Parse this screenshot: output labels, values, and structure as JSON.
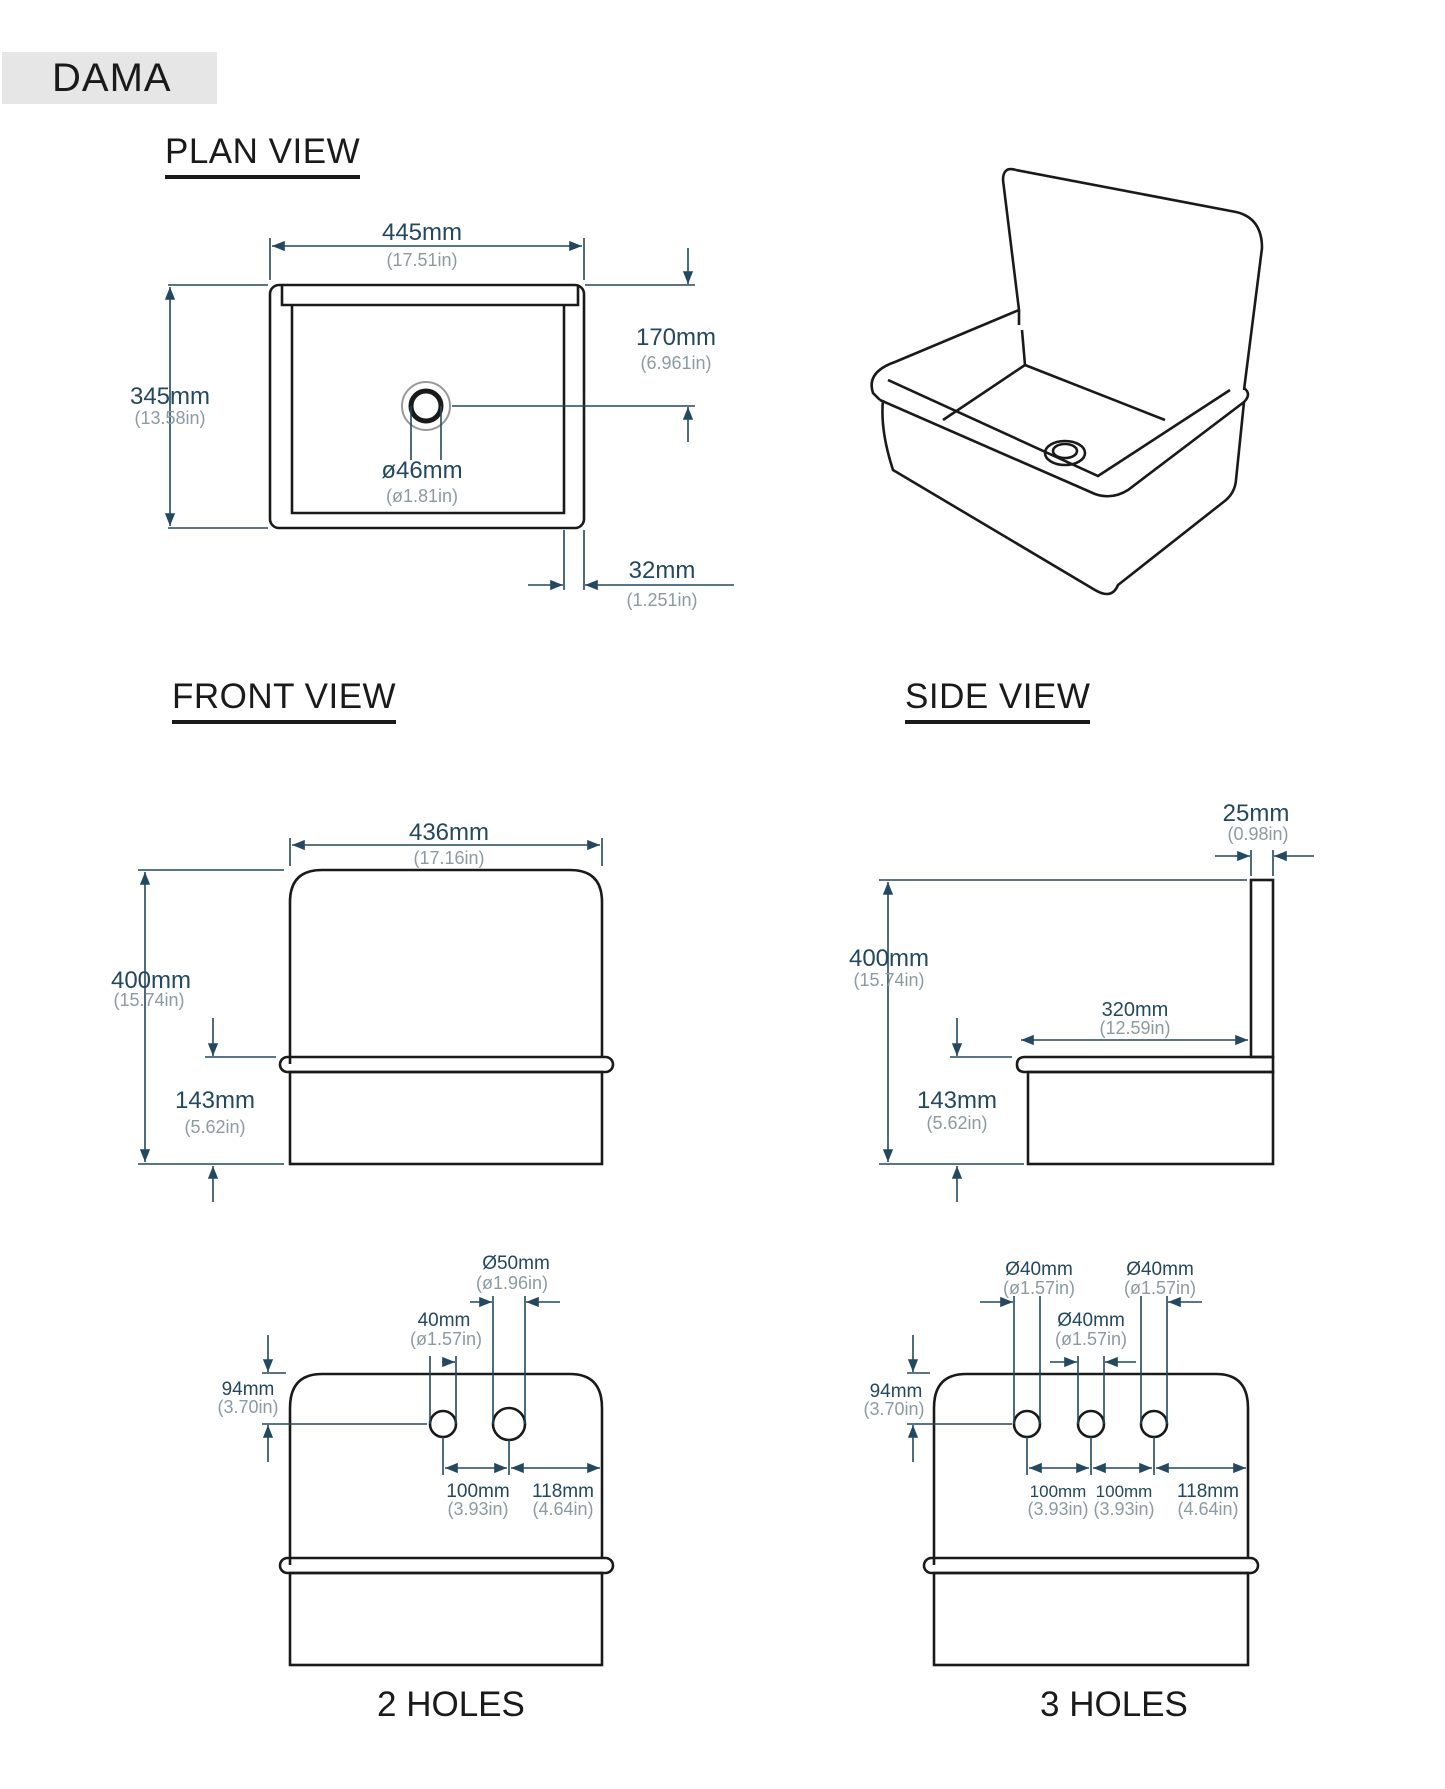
{
  "product": "DAMA",
  "views": {
    "plan": "PLAN  VIEW",
    "front": "FRONT  VIEW",
    "side": "SIDE VIEW"
  },
  "plan": {
    "width_mm": "445mm",
    "width_in": "(17.51in)",
    "depth_mm": "345mm",
    "depth_in": "(13.58in)",
    "drain_offset_mm": "170mm",
    "drain_offset_in": "(6.961in)",
    "drain_dia_mm": "ø46mm",
    "drain_dia_in": "(ø1.81in)",
    "rim_mm": "32mm",
    "rim_in": "(1.251in)"
  },
  "front": {
    "width_mm": "436mm",
    "width_in": "(17.16in)",
    "height_mm": "400mm",
    "height_in": "(15.74in)",
    "bowl_mm": "143mm",
    "bowl_in": "(5.62in)"
  },
  "side": {
    "thick_mm": "25mm",
    "thick_in": "(0.98in)",
    "height_mm": "400mm",
    "height_in": "(15.74in)",
    "depth_mm": "320mm",
    "depth_in": "(12.59in)",
    "bowl_mm": "143mm",
    "bowl_in": "(5.62in)"
  },
  "two_holes": {
    "label": "2 HOLES",
    "big_dia_mm": "Ø50mm",
    "big_dia_in": "(ø1.96in)",
    "small_dia_mm": "40mm",
    "small_dia_in": "(ø1.57in)",
    "top_mm": "94mm",
    "top_in": "(3.70in)",
    "spacing_mm": "100mm",
    "spacing_in": "(3.93in)",
    "edge_mm": "118mm",
    "edge_in": "(4.64in)"
  },
  "three_holes": {
    "label": "3 HOLES",
    "left_dia_mm": "Ø40mm",
    "left_dia_in": "(ø1.57in)",
    "right_dia_mm": "Ø40mm",
    "right_dia_in": "(ø1.57in)",
    "mid_dia_mm": "Ø40mm",
    "mid_dia_in": "(ø1.57in)",
    "top_mm": "94mm",
    "top_in": "(3.70in)",
    "spacing1_mm": "100mm",
    "spacing1_in": "(3.93in)",
    "spacing2_mm": "100mm",
    "spacing2_in": "(3.93in)",
    "edge_mm": "118mm",
    "edge_in": "(4.64in)"
  },
  "colors": {
    "dimension": "#23485f",
    "inch_text": "#8c9aa3",
    "outline": "#1a1a1a",
    "title_tab": "#e6e6e6"
  }
}
